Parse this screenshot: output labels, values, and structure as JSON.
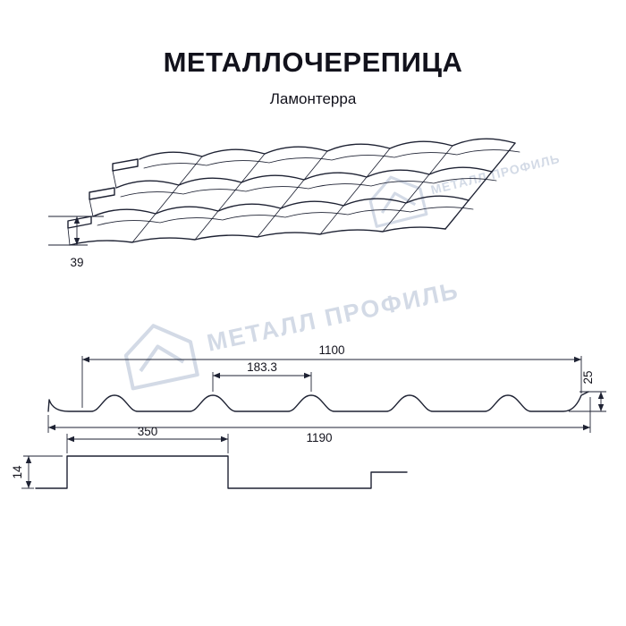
{
  "header": {
    "title": "МЕТАЛЛОЧЕРЕПИЦА",
    "subtitle": "Ламонтерра"
  },
  "watermark": {
    "text": "МЕТАЛЛ ПРОФИЛЬ"
  },
  "perspective": {
    "dim_height": "39"
  },
  "cross_section": {
    "dim_top_width": "1100",
    "dim_wave_pitch": "183.3",
    "dim_profile_height": "25",
    "dim_full_width": "1190"
  },
  "step_profile": {
    "dim_module_length": "350",
    "dim_step_height": "14"
  },
  "colors": {
    "line": "#1e2233",
    "text": "#12121c",
    "watermark": "#b6c3d6",
    "background": "#ffffff"
  }
}
